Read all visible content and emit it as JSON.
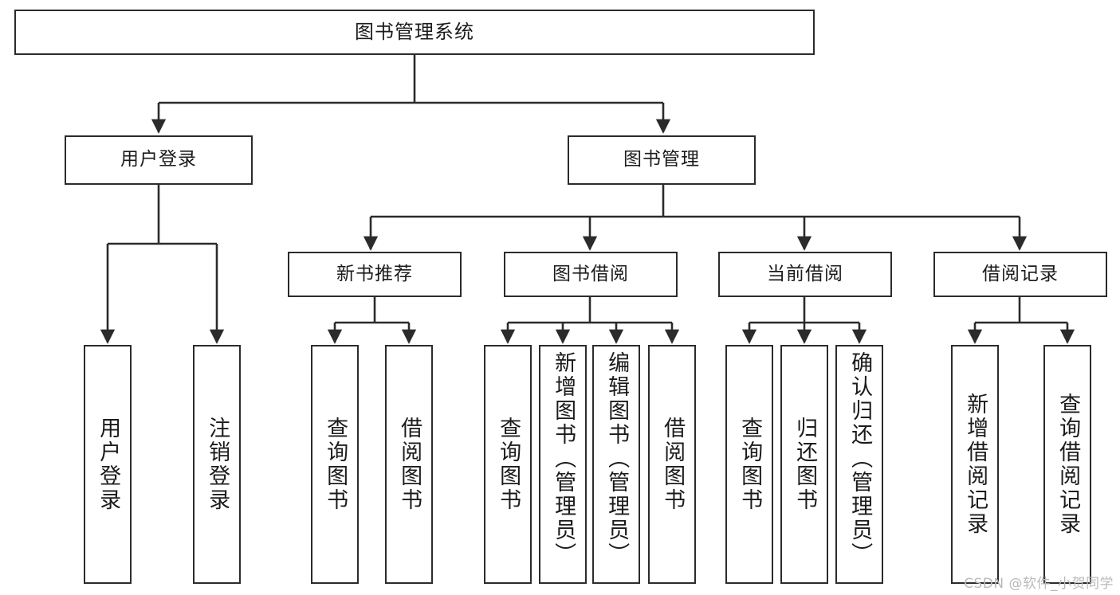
{
  "diagram": {
    "type": "tree",
    "title": "图书管理系统",
    "colors": {
      "box_border": "#2b2b2b",
      "box_fill": "#ffffff",
      "edge": "#2b2b2b",
      "text": "#1b1b1b",
      "watermark": "#b9b9b9",
      "background": "#ffffff"
    },
    "levels": 4
  },
  "root": {
    "label": "图书管理系统"
  },
  "level2": [
    {
      "label": "用户登录"
    },
    {
      "label": "图书管理"
    }
  ],
  "level3": [
    {
      "label": "新书推荐"
    },
    {
      "label": "图书借阅"
    },
    {
      "label": "当前借阅"
    },
    {
      "label": "借阅记录"
    }
  ],
  "leaves": {
    "user_login": [
      {
        "label": "用户登录"
      },
      {
        "label": "注销登录"
      }
    ],
    "new_book_recommend": [
      {
        "label": "查询图书"
      },
      {
        "label": "借阅图书"
      }
    ],
    "book_borrow": [
      {
        "label": "查询图书"
      },
      {
        "label": "新增图书（管理员）"
      },
      {
        "label": "编辑图书（管理员）"
      },
      {
        "label": "借阅图书"
      }
    ],
    "current_borrow": [
      {
        "label": "查询图书"
      },
      {
        "label": "归还图书"
      },
      {
        "label": "确认归还（管理员）"
      }
    ],
    "borrow_record": [
      {
        "label": "新增借阅记录"
      },
      {
        "label": "查询借阅记录"
      }
    ]
  },
  "watermark": {
    "text": "CSDN @软件_小贺同学"
  }
}
